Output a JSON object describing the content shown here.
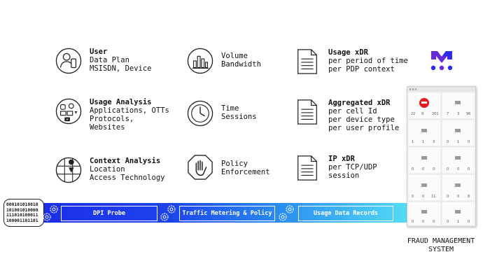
{
  "items": {
    "user": {
      "title": "User",
      "lines": "Data Plan\nMSISDN, Device"
    },
    "volume": {
      "title": "",
      "lines": "Volume\nBandwidth"
    },
    "usage_xdr": {
      "title": "Usage xDR",
      "lines": "per period of time\nper PDP context"
    },
    "usage_analysis": {
      "title": "Usage Analysis",
      "lines": "Applications, OTTs\nProtocols,\nWebsites"
    },
    "time": {
      "title": "",
      "lines": "Time\nSessions"
    },
    "aggregated_xdr": {
      "title": "Aggregated xDR",
      "lines": "per cell Id\nper device type\nper user profile"
    },
    "context_analysis": {
      "title": "Context Analysis",
      "lines": "Location\nAccess Technology"
    },
    "policy": {
      "title": "",
      "lines": "Policy\nEnforcement"
    },
    "ip_xdr": {
      "title": "IP xDR",
      "lines": "per TCP/UDP\nsession"
    }
  },
  "pipeline": {
    "binary": "000101010010\n101001010000\n111010100011\n100001101101",
    "stages": [
      "DPI Probe",
      "Traffic Metering & Policy",
      "Usage Data Records"
    ]
  },
  "fms": {
    "label": "FRAUD MANAGEMENT\nSYSTEM"
  },
  "colors": {
    "band_start": "#1b2ee8",
    "band_end": "#55dff5",
    "logo_purple": "#6a2bd8",
    "logo_blue": "#2d2df0"
  }
}
